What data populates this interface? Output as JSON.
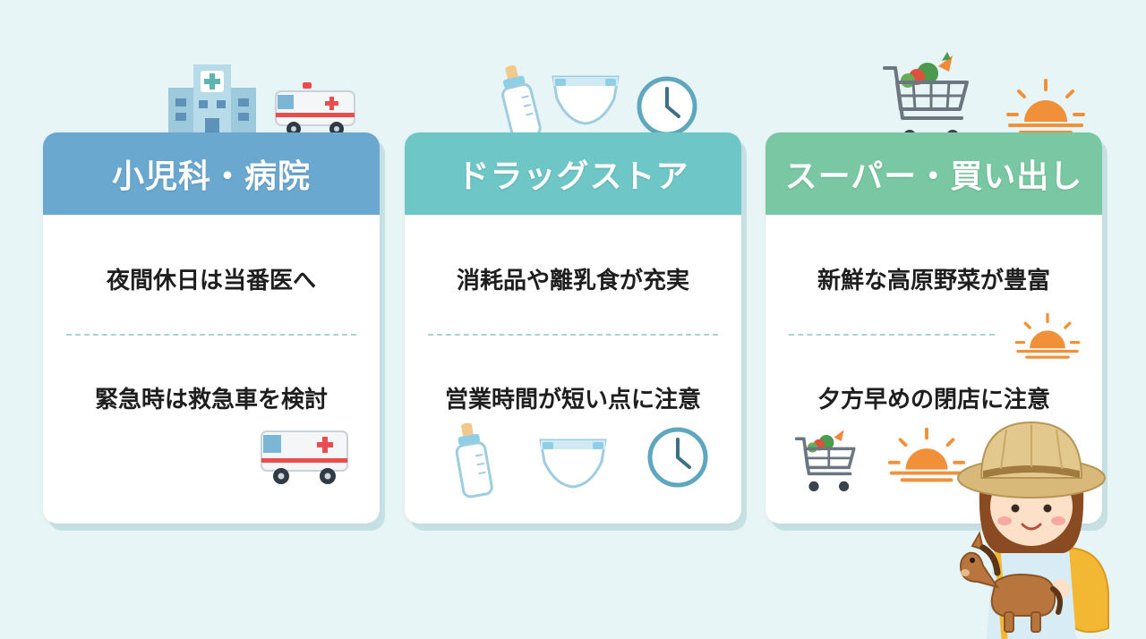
{
  "colors": {
    "background": "#e8f5f6",
    "hospital_header": "#6aa8cf",
    "drugstore_header": "#6ec6c6",
    "supermarket_header": "#79c7a3",
    "divider": "#a9d4d2"
  },
  "cards": [
    {
      "title": "小児科・病院",
      "lines": [
        "夜間休日は当番医へ",
        "緊急時は救急車を検討"
      ],
      "icons": [
        "hospital-icon",
        "ambulance-icon"
      ]
    },
    {
      "title": "ドラッグストア",
      "lines": [
        "消耗品や離乳食が充実",
        "営業時間が短い点に注意"
      ],
      "icons": [
        "baby-bottle-icon",
        "diaper-icon",
        "clock-icon"
      ]
    },
    {
      "title": "スーパー・買い出し",
      "lines": [
        "新鮮な高原野菜が豊富",
        "夕方早めの閉店に注意"
      ],
      "icons": [
        "shopping-cart-icon",
        "sunset-icon"
      ]
    }
  ],
  "character": {
    "icons": [
      "girl-explorer-icon",
      "pony-toy-icon"
    ]
  }
}
